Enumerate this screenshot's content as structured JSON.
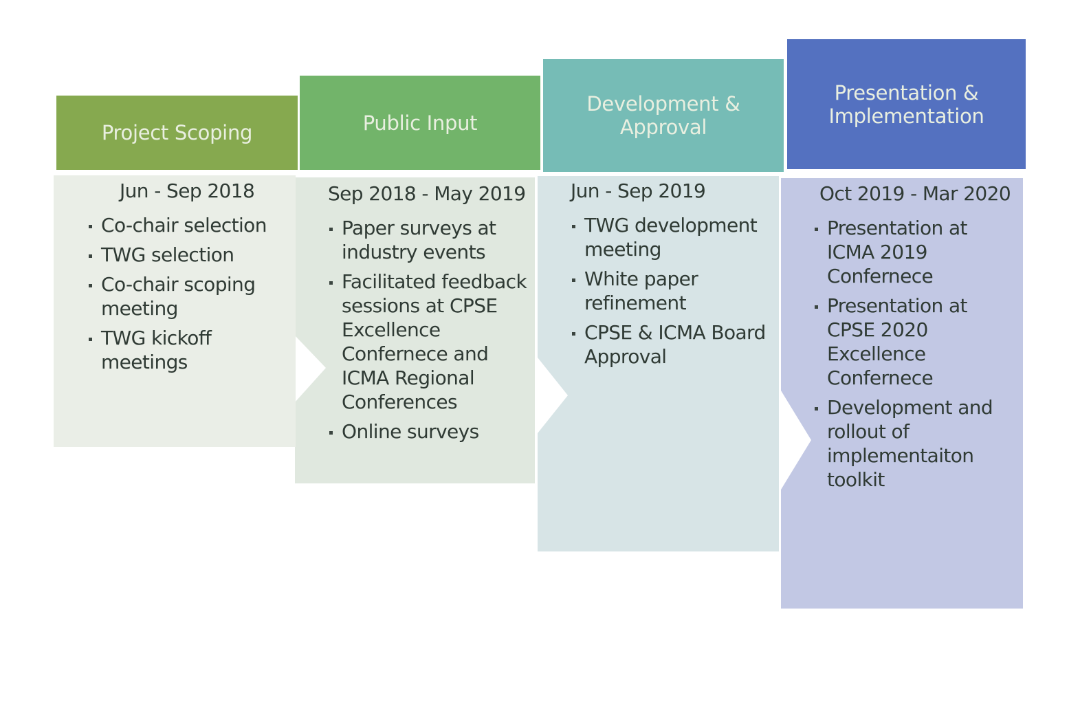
{
  "stages": [
    {
      "title": "Project Scoping",
      "period": "Jun - Sep 2018",
      "items": [
        "Co-chair selection",
        "TWG selection",
        "Co-chair scoping meeting",
        "TWG kickoff meetings"
      ],
      "header_color": "#86a94f",
      "panel_color": "#eaeee7"
    },
    {
      "title": "Public Input",
      "period": "Sep 2018 - May 2019",
      "items": [
        "Paper surveys at industry events",
        "Facilitated feedback sessions at CPSE Excellence Confernece and ICMA Regional Conferences",
        "Online surveys"
      ],
      "header_color": "#72b46a",
      "panel_color": "#e0e8df"
    },
    {
      "title": "Development & Approval",
      "period": "Jun - Sep 2019",
      "items": [
        "TWG development meeting",
        "White paper refinement",
        "CPSE & ICMA Board Approval"
      ],
      "header_color": "#76bcb6",
      "panel_color": "#d7e4e6"
    },
    {
      "title": "Presentation & Implementation",
      "period": "Oct 2019 - Mar 2020",
      "items": [
        "Presentation at ICMA 2019 Confernece",
        "Presentation at CPSE 2020 Excellence Confernece",
        "Development and rollout of implementaiton toolkit"
      ],
      "header_color": "#5471c0",
      "panel_color": "#c2c8e4"
    }
  ]
}
